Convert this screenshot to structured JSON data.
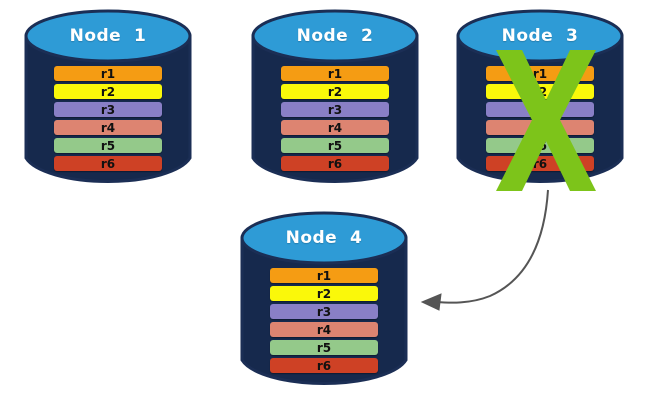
{
  "diagram": {
    "title_prefix": "Node",
    "colors": {
      "cylinder_body": "#16294D",
      "cylinder_top": "#2E9BD6",
      "cylinder_outline": "#1B2E55",
      "title_text": "#FFFFFF",
      "row_text": "#111111",
      "cross": "#7DC41A",
      "arrow": "#555555",
      "background": "#FFFFFF"
    },
    "row_palette": {
      "r1": "#F59C13",
      "r2": "#FAF80A",
      "r3": "#897FC6",
      "r4": "#DD8471",
      "r5": "#94C98A",
      "r6": "#CE4125"
    },
    "nodes": [
      {
        "id": "node-1",
        "title": "Node  1",
        "failed": false,
        "rows": [
          {
            "label": "r1",
            "color": "#F59C13"
          },
          {
            "label": "r2",
            "color": "#FAF80A"
          },
          {
            "label": "r3",
            "color": "#897FC6"
          },
          {
            "label": "r4",
            "color": "#DD8471"
          },
          {
            "label": "r5",
            "color": "#94C98A"
          },
          {
            "label": "r6",
            "color": "#CE4125"
          }
        ]
      },
      {
        "id": "node-2",
        "title": "Node  2",
        "failed": false,
        "rows": [
          {
            "label": "r1",
            "color": "#F59C13"
          },
          {
            "label": "r2",
            "color": "#FAF80A"
          },
          {
            "label": "r3",
            "color": "#897FC6"
          },
          {
            "label": "r4",
            "color": "#DD8471"
          },
          {
            "label": "r5",
            "color": "#94C98A"
          },
          {
            "label": "r6",
            "color": "#CE4125"
          }
        ]
      },
      {
        "id": "node-3",
        "title": "Node  3",
        "failed": true,
        "rows": [
          {
            "label": "r1",
            "color": "#F59C13"
          },
          {
            "label": "r2",
            "color": "#FAF80A"
          },
          {
            "label": "r3",
            "color": "#897FC6"
          },
          {
            "label": "r4",
            "color": "#DD8471"
          },
          {
            "label": "r5",
            "color": "#94C98A"
          },
          {
            "label": "r6",
            "color": "#CE4125"
          }
        ]
      },
      {
        "id": "node-4",
        "title": "Node  4",
        "failed": false,
        "rows": [
          {
            "label": "r1",
            "color": "#F59C13"
          },
          {
            "label": "r2",
            "color": "#FAF80A"
          },
          {
            "label": "r3",
            "color": "#897FC6"
          },
          {
            "label": "r4",
            "color": "#DD8471"
          },
          {
            "label": "r5",
            "color": "#94C98A"
          },
          {
            "label": "r6",
            "color": "#CE4125"
          }
        ]
      }
    ],
    "annotations": {
      "failure_mark": "x-cross-mark",
      "replication_arrow": "curved-arrow-node3-to-node4"
    }
  }
}
